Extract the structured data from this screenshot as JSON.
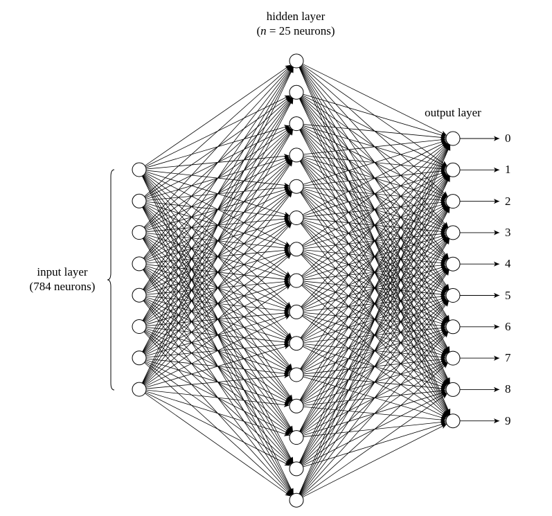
{
  "labels": {
    "hidden_title": "hidden layer",
    "hidden_count_prefix": "(",
    "hidden_count_var": "n",
    "hidden_count_rest": " = 25 neurons)",
    "output_title": "output layer",
    "input_title": "input layer",
    "input_count": "(784 neurons)"
  },
  "layers": {
    "input_count": 8,
    "hidden_count": 15,
    "output_count": 10
  },
  "outputs": [
    "0",
    "1",
    "2",
    "3",
    "4",
    "5",
    "6",
    "7",
    "8",
    "9"
  ],
  "colors": {
    "stroke": "#000000",
    "fill": "#ffffff"
  }
}
